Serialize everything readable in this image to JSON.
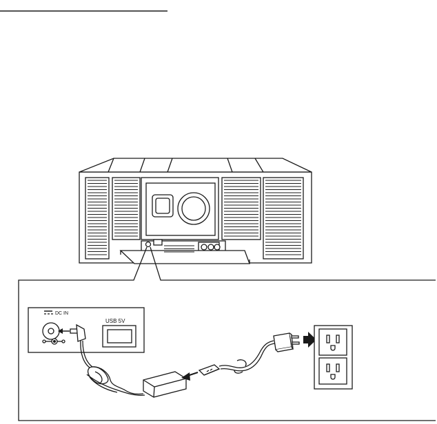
{
  "labels": {
    "dc_in": "DC IN",
    "usb": "USB 5V"
  },
  "colors": {
    "stroke": "#1a1a1a",
    "panel_fill": "#ffffff",
    "arrow_fill": "#1a1a1a"
  },
  "icons": {
    "title_rule": "header-underline",
    "stereo": "stereo-unit-icon",
    "adapter": "ac-adapter-icon",
    "plug": "ac-plug-icon",
    "outlet": "wall-outlet-icon"
  }
}
